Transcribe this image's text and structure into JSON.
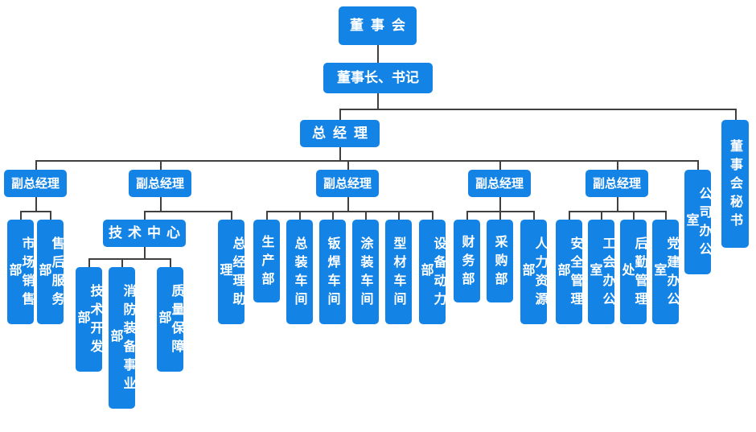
{
  "title": "公司组织结构图",
  "colors": {
    "node_fill": "#1383e6",
    "node_text": "#ffffff",
    "connector": "#404040",
    "background": "#ffffff"
  },
  "nodes": {
    "board": "董事会",
    "chairman": "董事长、书记",
    "general_manager": "总经理",
    "board_secretary": "董事会秘书",
    "company_office": "公司办公室",
    "deputy_gm_1": "副总经理",
    "deputy_gm_2": "副总经理",
    "deputy_gm_3": "副总经理",
    "deputy_gm_4": "副总经理",
    "deputy_gm_5": "副总经理",
    "tech_center": "技术中心",
    "gm_assistant": "总经理助理",
    "market_sales": "市场销售部",
    "after_sales": "售后服务部",
    "tech_development": "技术开发部",
    "fire_equipment": "消防装备事业部",
    "quality_assurance": "质量保障部",
    "production": "生产部",
    "assembly_shop": "总装车间",
    "welding_shop": "钣焊车间",
    "painting_shop": "涂装车间",
    "profile_shop": "型材车间",
    "equipment_power": "设备动力部",
    "finance": "财务部",
    "procurement": "采购部",
    "human_resources": "人力资源部",
    "safety_management": "安全管理部",
    "union_office": "工会办公室",
    "logistics_management": "后勤管理处",
    "party_office": "党建办公室"
  }
}
